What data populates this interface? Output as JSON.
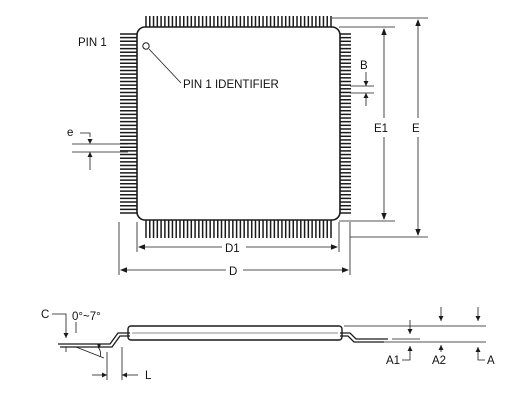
{
  "labels": {
    "pin1": "PIN 1",
    "pin1_identifier": "PIN 1 IDENTIFIER",
    "b": "B",
    "e_pitch": "e",
    "e1": "E1",
    "e": "E",
    "d1": "D1",
    "d": "D",
    "c": "C",
    "angle": "0°~7°",
    "l": "L",
    "a1": "A1",
    "a2": "A2",
    "a": "A"
  },
  "colors": {
    "line": "#1a1a1a",
    "background": "#ffffff"
  }
}
